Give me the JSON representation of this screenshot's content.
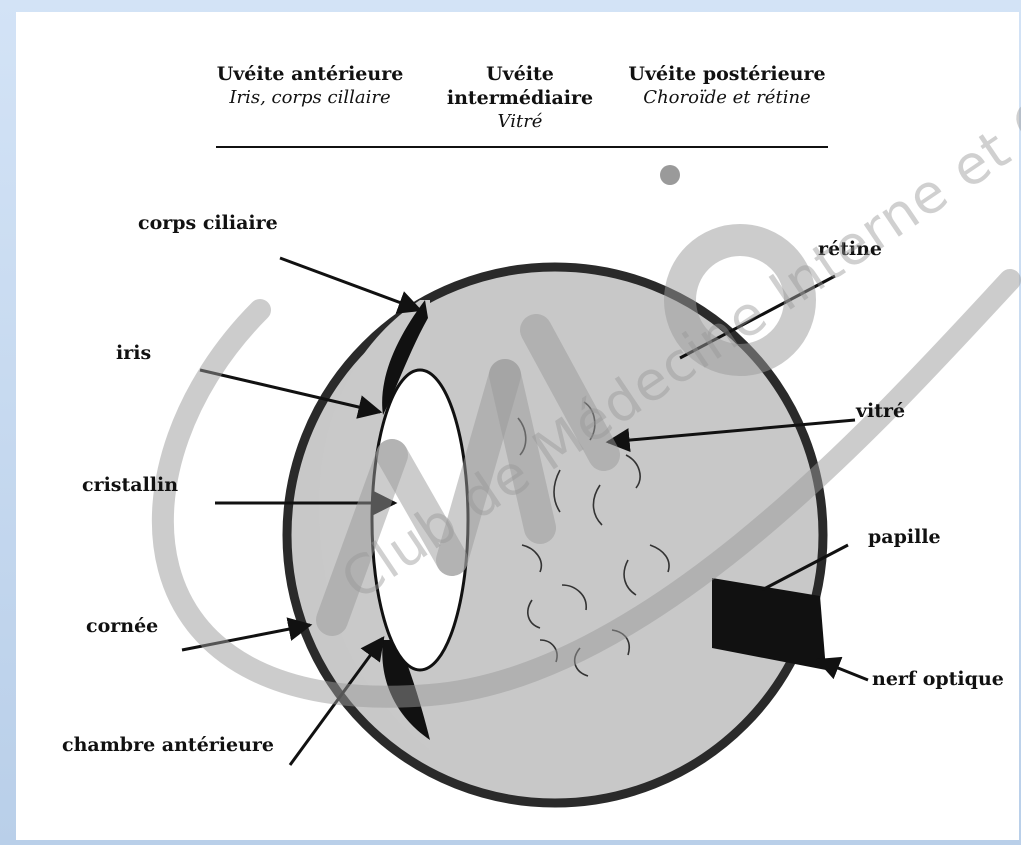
{
  "header": {
    "columns": [
      {
        "title": "Uvéite antérieure",
        "subtitle": "Iris, corps cillaire"
      },
      {
        "title": "Uvéite intermédiaire",
        "subtitle": "Vitré"
      },
      {
        "title": "Uvéite postérieure",
        "subtitle": "Choroïde et rétine"
      }
    ]
  },
  "labels": {
    "corps_ciliaire": "corps ciliaire",
    "iris": "iris",
    "cristallin": "cristallin",
    "cornee": "cornée",
    "chambre_anterieure": "chambre antérieure",
    "retine": "rétine",
    "vitre": "vitré",
    "papille": "papille",
    "nerf_optique": "nerf optique"
  },
  "watermark": {
    "letters": "MIO",
    "text": "Club de Médecine Interne et Oe",
    "color": "#9a9a9a"
  },
  "colors": {
    "background": "#c6d9f0",
    "eye_fill": "#c8c8c8",
    "ink": "#111111"
  }
}
